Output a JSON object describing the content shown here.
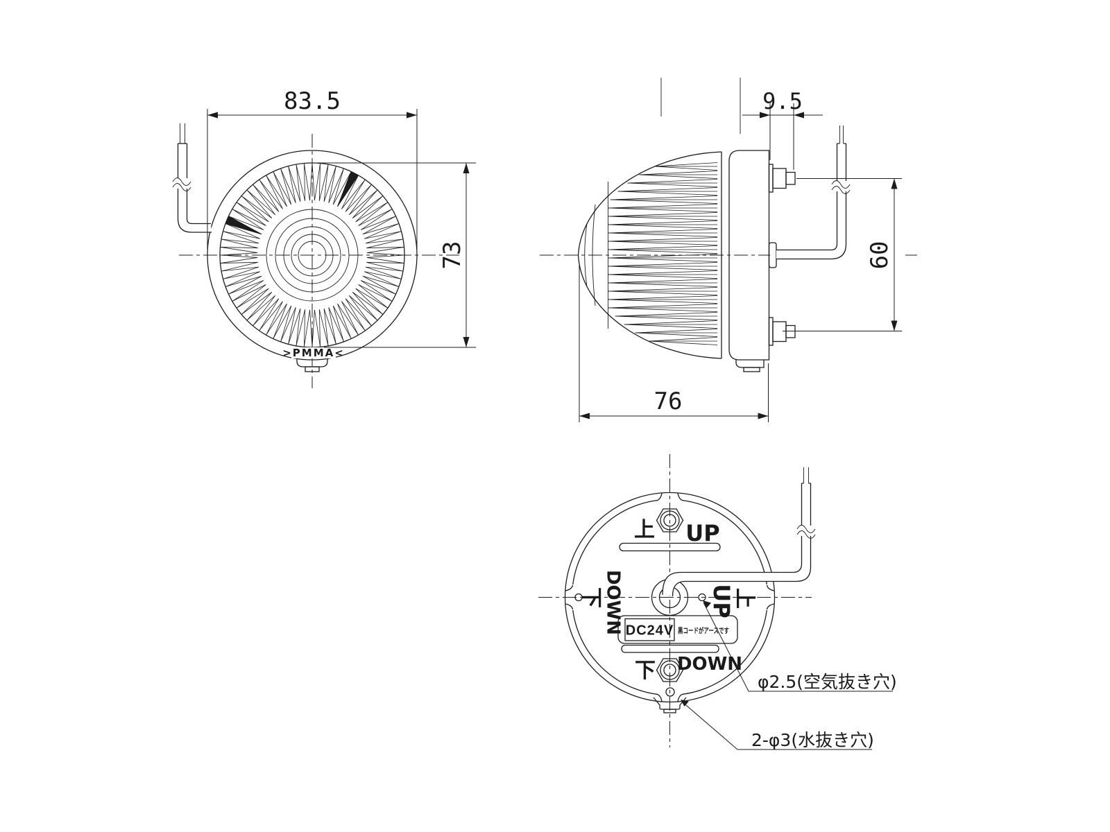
{
  "drawing": {
    "background": "#ffffff",
    "line_color": "#1c1c1c",
    "front_view": {
      "dim_width": "83.5",
      "dim_lens_diameter": "73",
      "lens_marking": ">PMMA<"
    },
    "side_view": {
      "dim_stud_length": "9.5",
      "dim_stud_spacing": "60",
      "dim_depth": "76"
    },
    "rear_view": {
      "up_kanji": "上",
      "up_label": "UP",
      "down_kanji": "下",
      "down_label": "DOWN",
      "side_up_kanji": "上",
      "side_up_label": "UP",
      "side_down_kanji": "下",
      "side_down_label": "DOWN",
      "voltage_label": "DC24V",
      "ground_note": "黒コードがアースです",
      "air_vent_callout": "φ2.5(空気抜き穴)",
      "drain_callout": "2-φ3(水抜き穴)"
    }
  }
}
